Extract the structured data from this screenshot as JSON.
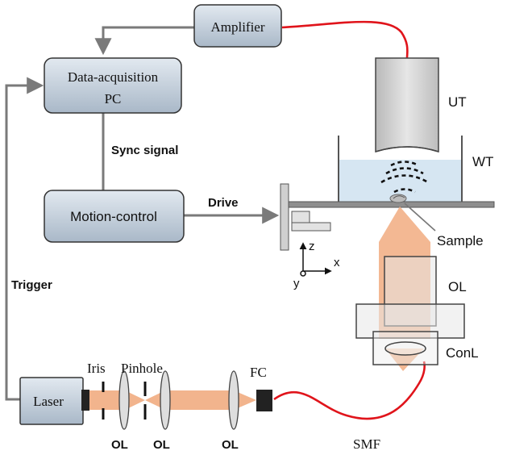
{
  "blocks": {
    "amplifier": "Amplifier",
    "daq_line1": "Data-acquisition",
    "daq_line2": "PC",
    "motion": "Motion-control",
    "laser": "Laser"
  },
  "signals": {
    "sync": "Sync signal",
    "drive": "Drive",
    "trigger": "Trigger"
  },
  "components": {
    "ut": "UT",
    "wt": "WT",
    "sample": "Sample",
    "ol_top": "OL",
    "conl": "ConL",
    "smf": "SMF",
    "fc": "FC",
    "iris": "Iris",
    "pinhole": "Pinhole",
    "ol1": "OL",
    "ol2": "OL",
    "ol3": "OL"
  },
  "axes": {
    "z": "z",
    "x": "x",
    "y": "y"
  },
  "colors": {
    "box_fill_top": "#dfe7ef",
    "box_fill_bottom": "#aebccb",
    "fiber": "#e0141b",
    "beam": "#f2b48d",
    "water": "#d6e6f2",
    "wire": "#7a7a7a"
  }
}
